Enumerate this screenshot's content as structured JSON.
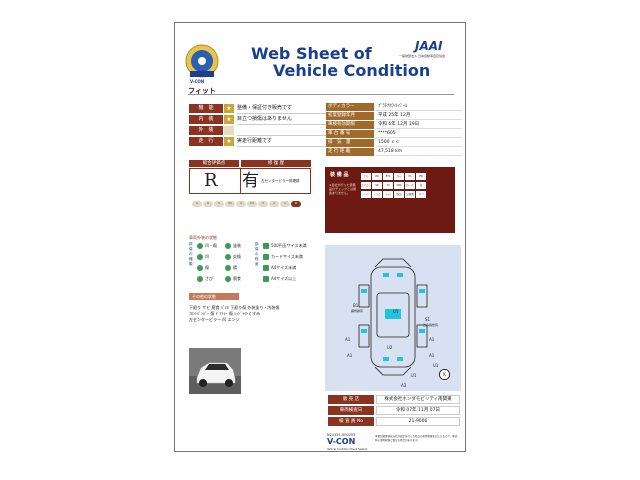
{
  "sheet": {
    "title_line1": "Web Sheet of",
    "title_line2": "Vehicle Condition",
    "badge_text": "V-CON",
    "org_logo": "JAAI",
    "org_subtitle": "一般財団法人 日本自動車査定協会",
    "car_name": "フィット"
  },
  "ratings": [
    {
      "label": "機　能",
      "star": "★",
      "text": "整備・保証付き販売です"
    },
    {
      "label": "内　装",
      "star": "★",
      "text": "目立つ損傷はありません"
    },
    {
      "label": "外　装",
      "star": "",
      "text": ""
    },
    {
      "label": "走　行",
      "star": "★",
      "text": "実走行距離です"
    }
  ],
  "vehicle_info": [
    {
      "label": "ボディカラー",
      "value": "ﾌﾟﾗﾁﾅﾎﾜｲﾄﾊﾟｰﾙ"
    },
    {
      "label": "初度登録年月",
      "value": "平成 25年 12月"
    },
    {
      "label": "車検有効期限",
      "value": "令和 6年 12月 19日"
    },
    {
      "label": "車 台 番 号",
      "value": "****605"
    },
    {
      "label": "排　気　量",
      "value": "1500 ｃｃ"
    },
    {
      "label": "走 行 距 離",
      "value": "47,518 km"
    }
  ],
  "grade": {
    "header_left": "総合評価点",
    "header_right": "修 復 歴",
    "score": "R",
    "repair": "有",
    "repair_note": "左センターピラー修理跡",
    "scale": [
      "S",
      "6",
      "5",
      "4.5",
      "4",
      "3.5",
      "3",
      "2",
      "1",
      "R"
    ],
    "selected": "R"
  },
  "equipment": {
    "title": "装 備 品",
    "note": "※自社が行った装備品のチェックとは関連ありません。",
    "cells": [
      "ナビ",
      "AW",
      "ETC",
      "ｽﾏｰﾄ",
      "PS",
      "PW",
      "エアコン",
      "SR",
      "TV",
      "ABS",
      "ｴｱﾊﾞｯｸﾞ",
      "革",
      "ﾊﾞｯｸ",
      "ﾄﾞﾗﾚｺ",
      "ｷｰﾚｽ",
      "取説",
      "記録簿",
      "ｽﾍﾟｱ"
    ]
  },
  "legend": {
    "title": "車両外装の状態",
    "group1_label": "損傷の種類",
    "group2_label": "損傷の程度",
    "items_left": [
      "凹・傷",
      "凹",
      "傷",
      "塗装",
      "交換",
      "錆",
      "さび",
      "腐食"
    ],
    "items_left_marks": [
      "A",
      "U",
      "B",
      "W",
      "X",
      "S",
      "C",
      "P"
    ],
    "items_right": [
      "500円玉サイズ未満",
      "カードサイズ未満",
      "A4サイズ未満",
      "A4サイズ以上"
    ],
    "items_right_marks": [
      "1",
      "2",
      "3",
      "4"
    ]
  },
  "other": {
    "title": "その他の状態",
    "lines": [
      "下廻り サビ 腐食 ﾊﾟﾈﾙ 下廻り傷 外装塗り・内装傷",
      "ﾌﾛﾝﾄﾊﾞﾝﾊﾟｰ 傷 ﾄﾞｱﾐﾗｰ 傷 ﾍｯﾄﾞﾗｲﾄくすみ",
      "左センターピラー 凹 エンジ"
    ]
  },
  "diagram": {
    "marks": [
      "U1",
      "B1",
      "A1",
      "A1",
      "A1",
      "U2",
      "A1",
      "U1",
      "U1",
      "A3",
      "S1"
    ],
    "small_labels": [
      "補修跡有",
      "凹み損傷有"
    ],
    "bottom_mark": "K"
  },
  "dealer": {
    "rows": [
      {
        "label": "販 売 店",
        "value": "株式会社ホンダモビリティ南関東"
      },
      {
        "label": "車両検査日",
        "value": "令和 07年 11月 07日"
      },
      {
        "label": "検 査 員 No",
        "value": "21-9006"
      }
    ]
  },
  "footer": {
    "code": "N21151-000253",
    "logo": "V-CON",
    "logo_sub": "Vehicle Condition Check System",
    "disclaimer": "本書記載事項は自社が査定を行った時点の車両状態を記したもので、販売時の車両状態と異なる場合があります。"
  },
  "colors": {
    "brand_blue": "#1b3f8f",
    "label_red": "#8a3320",
    "star_gold": "#caa53b",
    "info_brown": "#a16a2a",
    "equip_dark": "#6d1a12",
    "diagram_bg": "#d8e1f2",
    "legend_green": "#3e9a52",
    "diagram_cyan": "#20c4e0"
  }
}
